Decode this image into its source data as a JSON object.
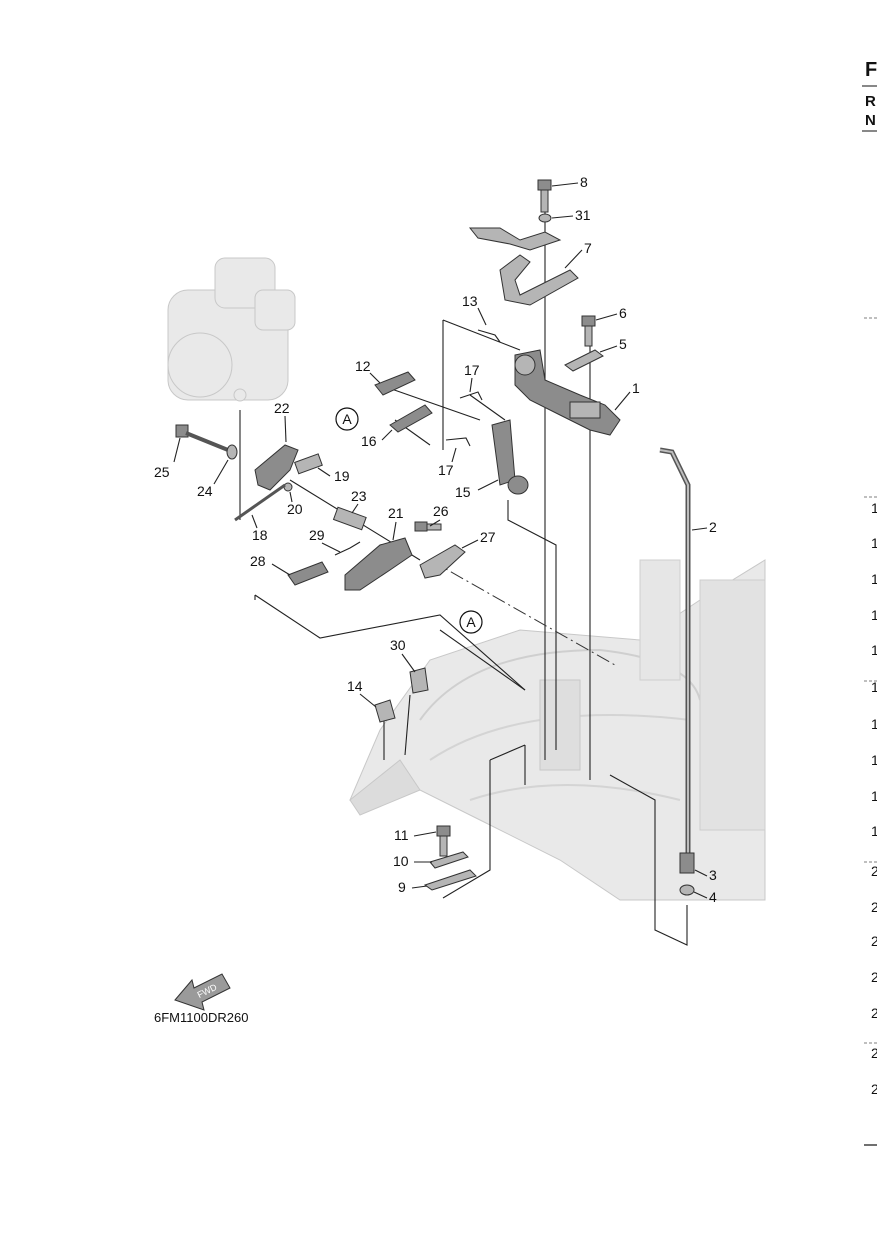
{
  "header": {
    "letter": "F",
    "row1": "R",
    "row2": "N"
  },
  "side_numbers": [
    "1",
    "1",
    "1",
    "1",
    "1",
    "1",
    "1",
    "1",
    "1",
    "1",
    "2",
    "2",
    "2",
    "2",
    "2",
    "2",
    "2"
  ],
  "callouts": {
    "c1": "1",
    "c2": "2",
    "c3": "3",
    "c4": "4",
    "c5": "5",
    "c6": "6",
    "c7": "7",
    "c8": "8",
    "c9": "9",
    "c10": "10",
    "c11": "11",
    "c12": "12",
    "c13": "13",
    "c14": "14",
    "c15": "15",
    "c16": "16",
    "c17a": "17",
    "c17b": "17",
    "c18": "18",
    "c19": "19",
    "c20": "20",
    "c21": "21",
    "c22": "22",
    "c23": "23",
    "c24": "24",
    "c25": "25",
    "c26": "26",
    "c27": "27",
    "c28": "28",
    "c29": "29",
    "c30": "30",
    "c31": "31"
  },
  "reference_markers": {
    "a1": "A",
    "a2": "A"
  },
  "fwd_label": "FWD",
  "diagram_code": "6FM1100DR260"
}
